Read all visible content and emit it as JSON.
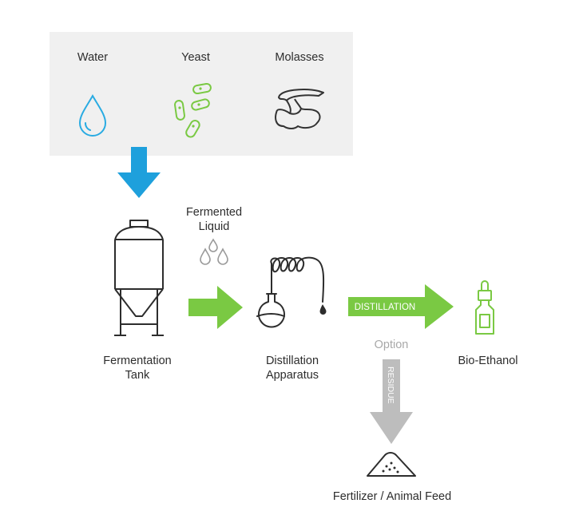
{
  "inputs": {
    "water": {
      "label": "Water",
      "icon": "water-drop-icon",
      "color": "#29abe2"
    },
    "yeast": {
      "label": "Yeast",
      "icon": "yeast-cells-icon",
      "color": "#7ac943"
    },
    "molasses": {
      "label": "Molasses",
      "icon": "molasses-icon",
      "color": "#333333"
    }
  },
  "fermented_liquid": {
    "line1": "Fermented",
    "line2": "Liquid",
    "icon": "liquid-drops-icon"
  },
  "fermentation_tank": {
    "line1": "Fermentation",
    "line2": "Tank",
    "icon": "fermentation-tank-icon"
  },
  "distillation_apparatus": {
    "line1": "Distillation",
    "line2": "Apparatus",
    "icon": "distillation-flask-icon"
  },
  "distillation_arrow": {
    "label": "DISTILLATION",
    "color": "#7ac943"
  },
  "option": {
    "label": "Option"
  },
  "residue_arrow": {
    "label": "RESIDUE",
    "color": "#bdbdbd"
  },
  "bio_ethanol": {
    "label": "Bio-Ethanol",
    "icon": "dropper-bottle-icon"
  },
  "fertilizer": {
    "label": "Fertilizer / Animal Feed",
    "icon": "powder-pile-icon"
  },
  "colors": {
    "blue_arrow": "#1ea0dc",
    "green_arrow": "#7ac943",
    "gray_arrow": "#bdbdbd",
    "panel_bg": "#f0f0f0"
  }
}
